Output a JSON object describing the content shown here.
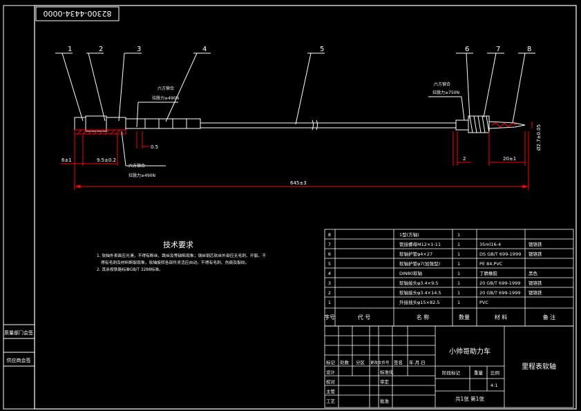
{
  "drawing_number": "82300-4434-0000",
  "balloons": [
    "1",
    "2",
    "3",
    "4",
    "5",
    "6",
    "7",
    "8"
  ],
  "annotations": {
    "hex_top_left_1": "六方铆合",
    "hex_top_left_2": "拉脱力≥490N",
    "hex_bottom_left_1": "六方铆合",
    "hex_bottom_left_2": "拉脱力≥490N",
    "hex_right_1": "六方铆合",
    "hex_right_2": "拉脱力≥750N"
  },
  "dimensions": {
    "d_6": "6±1",
    "d_95": "9.5±0.2",
    "d_05": "0.5",
    "d_2": "2",
    "d_20": "20±1",
    "d_total": "645±3",
    "d_dia": "Ø2.7±0.05"
  },
  "tech": {
    "title": "技术要求",
    "line1": "1. 软轴外表面应光滑，不得有断丝、跳丝及等缺陷现象；钢丝钢芯软丝外部应无毛刺、开裂。不",
    "line2": "得有毛刺及材料断裂现象，软轴旋转各部件灵活应自动，不得有毛刺、伤痕及裂纹。",
    "line3": "2. 其余按铁路标准GB/T 3288标准。"
  },
  "bom": {
    "headers": {
      "seq": "序号",
      "code": "代  号",
      "name": "名  称",
      "qty": "数量",
      "material": "材  料",
      "remark": "备  注"
    },
    "rows": [
      {
        "seq": "8",
        "code": "",
        "name": "1型(方轴)",
        "qty": "1",
        "material": "",
        "remark": ""
      },
      {
        "seq": "7",
        "code": "",
        "name": "管接螺母M12×1-11",
        "qty": "1",
        "material": "35ml16-4",
        "remark": "镀铬铁"
      },
      {
        "seq": "6",
        "code": "",
        "name": "软轴护管φ4×27",
        "qty": "1",
        "material": "DS GB/T 699-1999",
        "remark": "镀铬铁"
      },
      {
        "seq": "5",
        "code": "",
        "name": "软轴护管φ7(加强型)",
        "qty": "1",
        "material": "PE 84.PVC",
        "remark": ""
      },
      {
        "seq": "4",
        "code": "",
        "name": "DIN80软轴",
        "qty": "1",
        "material": "丁腈橡胶",
        "remark": "黑色"
      },
      {
        "seq": "3",
        "code": "",
        "name": "软轴接头φ3.4×9.5",
        "qty": "1",
        "material": "20 GB/T 699-1999",
        "remark": "镀铬铁"
      },
      {
        "seq": "2",
        "code": "",
        "name": "软轴接头φ3.4×14.5",
        "qty": "1",
        "material": "20 GB/T 699-1999",
        "remark": "镀铬铁"
      },
      {
        "seq": "1",
        "code": "",
        "name": "外接插头φ15×82.5",
        "qty": "1",
        "material": "PVC",
        "remark": ""
      }
    ]
  },
  "title_block": {
    "company": "小帅哥助力车",
    "part_name": "里程表软轴",
    "marks": "标记",
    "count": "处数",
    "zone": "分区",
    "change_doc": "更改文件号",
    "signature": "签名",
    "date": "年.月.日",
    "design": "设计",
    "standardize": "标准化",
    "check": "校对",
    "review": "审定",
    "process": "工艺",
    "approve": "批准",
    "manager": "主管",
    "stage_mark": "阶段标记",
    "weight": "重量",
    "scale": "比例",
    "scale_val": "4:1",
    "sheets": "共1张  第1张"
  },
  "side_labels": {
    "top": "质量部门会签",
    "bottom": "供应商会签"
  }
}
